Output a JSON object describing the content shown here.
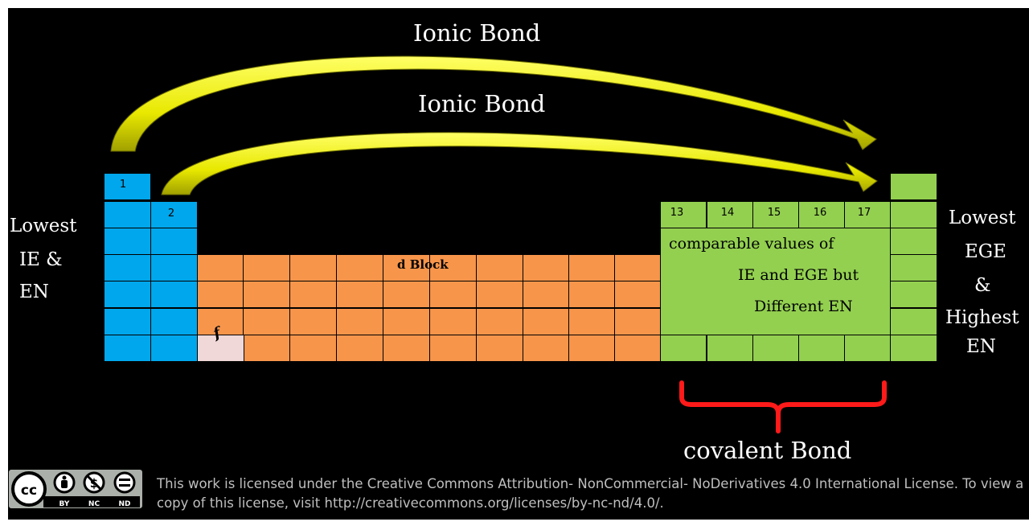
{
  "title_top": "Ionic Bond",
  "title_mid": "Ionic Bond",
  "left_label": [
    "Lowest",
    "IE &",
    "EN"
  ],
  "right_label": [
    "Lowest",
    "EGE",
    "&",
    "Highest",
    "EN"
  ],
  "group_labels": {
    "g1": "1",
    "g2": "2",
    "g13": "13",
    "g14": "14",
    "g15": "15",
    "g16": "16",
    "g17": "17"
  },
  "d_block_label": "d Block",
  "f_block_label": "f",
  "p_block_text": [
    "comparable values of",
    "IE and EGE but",
    "Different EN"
  ],
  "bracket_label": "covalent Bond",
  "license_text": "This work is licensed under the Creative Commons Attribution- NonCommercial- NoDerivatives 4.0 International License. To view a copy of this license, visit http://creativecommons.org/licenses/by-nc-nd/4.0/.",
  "badge": [
    "BY",
    "NC",
    "ND"
  ],
  "colors": {
    "s_block": "#00a7ec",
    "d_block": "#f7954b",
    "p_block": "#93d050",
    "f_block": "#f0d8d8",
    "arrow": "#e8e800",
    "bracket": "#ff1a1a"
  }
}
